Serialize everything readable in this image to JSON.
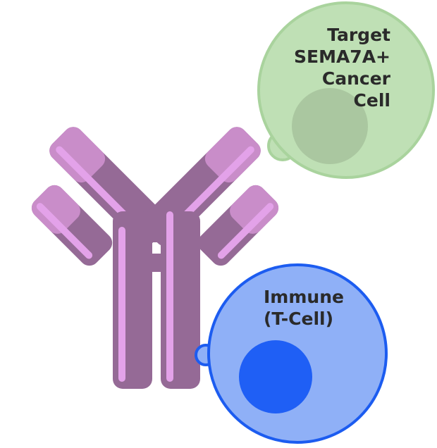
{
  "cancer_cell": {
    "label_lines": [
      "Target",
      "SEMA7A+",
      "Cancer",
      "Cell"
    ],
    "fill_color": "#bfe0b5",
    "border_color": "#a9d39d",
    "nucleus_color": "#aac7a0"
  },
  "immune_cell": {
    "label_lines": [
      "Immune",
      "(T-Cell)"
    ],
    "fill_color": "#8fb0f7",
    "border_color": "#1c5cf0",
    "nucleus_color": "#1f5ff5"
  },
  "antibody": {
    "dark_color": "#956a96",
    "light_color": "#c98dc9",
    "highlight_color": "#e3a2e9",
    "icon": "antibody-icon"
  }
}
